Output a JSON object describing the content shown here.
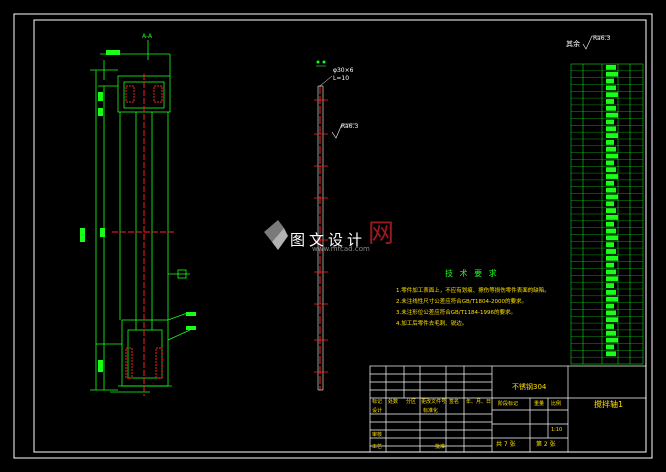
{
  "roughness": {
    "label": "其余",
    "value": "Ra6.3"
  },
  "section_label": "A-A",
  "spline_spec": {
    "line1": "φ30×6",
    "line2": "L=10"
  },
  "local_roughness": "Ra6.3",
  "tech_req": {
    "title": "技 术 要 求",
    "items": [
      "1.零件加工表面上，不应有划痕、擦伤等损伤零件表面的缺陷。",
      "2.未注线性尺寸公差应符合GB/T1804-2000的要求。",
      "3.未注形位公差应符合GB/T1184-1996的要求。",
      "4.加工后零件去毛刺、锐边。"
    ]
  },
  "title_block": {
    "material": "不锈钢304",
    "drawing_name": "搅拌轴1",
    "row_headers": [
      "标记",
      "处数",
      "分区",
      "更改文件号",
      "签名",
      "年、月、日"
    ],
    "design": "设计",
    "standardization": "标准化",
    "stage_label": "阶段标记",
    "weight": "重量",
    "scale_label": "比例",
    "scale": "1:10",
    "review": "审核",
    "process": "工艺",
    "approve": "批准",
    "total_sheets": "共 7 张",
    "sheet_no": "第 2 张"
  },
  "watermark": {
    "text": "图文设计",
    "url": "www.mfcad.com"
  },
  "colors": {
    "frame": "#ffffff",
    "geometry": "#19ff19",
    "center": "#ff2020",
    "text": "#ffe000",
    "dim": "#19ff19"
  }
}
